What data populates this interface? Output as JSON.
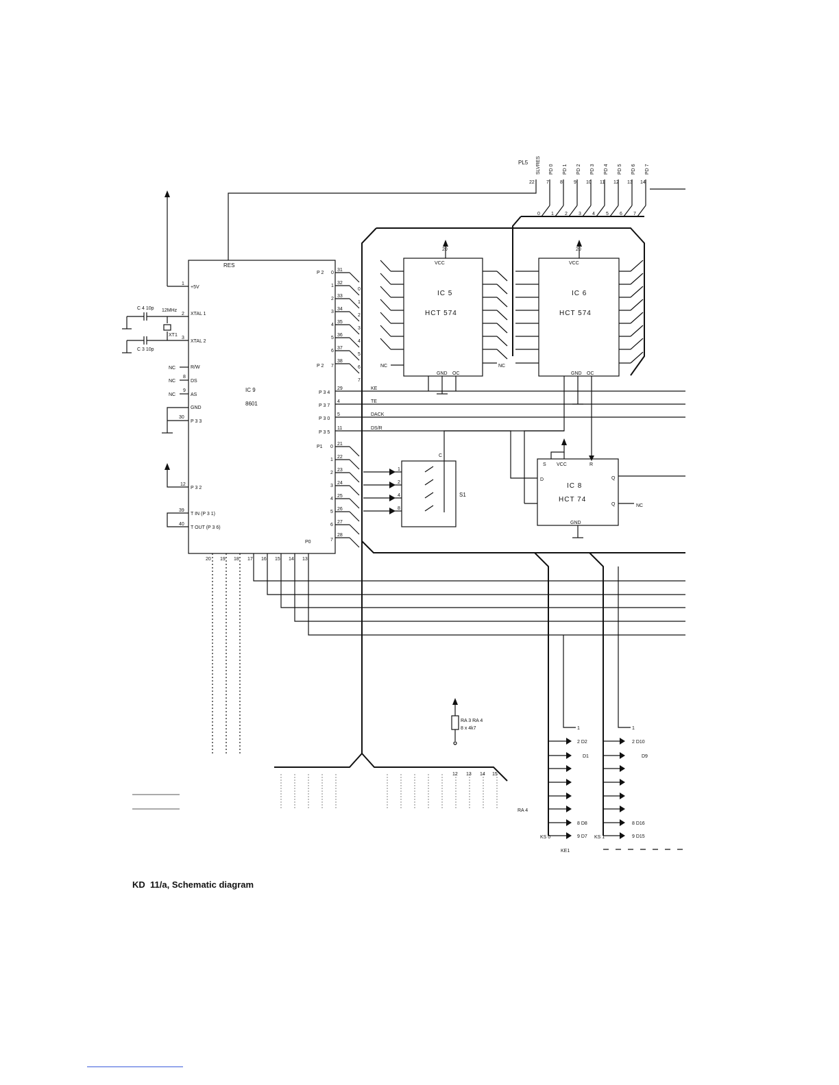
{
  "caption": {
    "prefix": "KD",
    "text": "11/a, Schematic diagram"
  },
  "connector_pl5": {
    "name": "PL5",
    "signals": [
      "SLVRES",
      "PD 0",
      "PD 1",
      "PD 2",
      "PD 3",
      "PD 4",
      "PD 5",
      "PD 6",
      "PD 7"
    ],
    "pins": [
      "22",
      "7",
      "8",
      "9",
      "10",
      "11",
      "12",
      "13",
      "14"
    ]
  },
  "bus_indexes": [
    "0",
    "1",
    "2",
    "3",
    "4",
    "5",
    "6",
    "7"
  ],
  "ic9": {
    "name": "IC 9",
    "part": "8601",
    "reset_label": "RES",
    "left_pins": [
      {
        "num": "1",
        "label": "+5V"
      },
      {
        "num": "2",
        "label": "XTAL 1"
      },
      {
        "num": "3",
        "label": "XTAL 2"
      },
      {
        "num": "",
        "label": "R/W"
      },
      {
        "num": "8",
        "label": "DS"
      },
      {
        "num": "9",
        "label": "AS"
      },
      {
        "num": "",
        "label": "GND"
      },
      {
        "num": "30",
        "label": "P 3 3"
      },
      {
        "num": "12",
        "label": "P 3 2"
      },
      {
        "num": "39",
        "label": "T IN (P 3 1)"
      },
      {
        "num": "40",
        "label": "T OUT (P 3 6)"
      }
    ],
    "nc_label": "NC",
    "right_header_p2": "P 2",
    "right_p2_bits": [
      "0",
      "1",
      "2",
      "3",
      "4",
      "5",
      "6",
      "7"
    ],
    "right_p2_pins": [
      "31",
      "32",
      "33",
      "34",
      "35",
      "36",
      "37",
      "38"
    ],
    "p3_ports": [
      {
        "label": "P 3 4",
        "pin": "29",
        "signal": "KE"
      },
      {
        "label": "P 3 7",
        "pin": "4",
        "signal": "TE"
      },
      {
        "label": "P 3 0",
        "pin": "5",
        "signal": "DACK"
      },
      {
        "label": "P 3 5",
        "pin": "11",
        "signal": "DS/R"
      }
    ],
    "p1_header": "P1",
    "p1_bits": [
      "0",
      "1",
      "2",
      "3",
      "4",
      "5",
      "6",
      "7"
    ],
    "p1_pins": [
      "21",
      "22",
      "23",
      "24",
      "25",
      "26",
      "27",
      "28"
    ],
    "p0_header": "P0",
    "bottom_pins": [
      "20",
      "19",
      "18",
      "17",
      "16",
      "15",
      "14",
      "13"
    ]
  },
  "crystal": {
    "c4": "C 4 10p",
    "c3": "C 3 10p",
    "freq": "12MHz",
    "name": "XT1"
  },
  "ic5": {
    "name": "IC 5",
    "part": "HCT 574",
    "vcc": "VCC",
    "gnd": "GND",
    "oc": "OC",
    "supply": "20",
    "nc": "NC"
  },
  "ic6": {
    "name": "IC 6",
    "part": "HCT 574",
    "vcc": "VCC",
    "gnd": "GND",
    "oc": "OC",
    "supply": "20"
  },
  "ic8": {
    "name": "IC 8",
    "part": "HCT 74",
    "vcc": "VCC",
    "gnd": "GND",
    "s": "S",
    "r": "R",
    "d": "D",
    "q": "Q",
    "qbar": "Q",
    "nc": "NC"
  },
  "switch": {
    "name": "S1",
    "common": "C",
    "positions": [
      "1",
      "2",
      "4",
      "8"
    ]
  },
  "resistor": {
    "name": "RA 3  RA 4",
    "value": "8 x 4k7"
  },
  "connector_ks0": {
    "name": "KS 0",
    "labels": [
      "1",
      "2 D2",
      "D1",
      "8 D8",
      "9 D7"
    ]
  },
  "connector_ks1": {
    "name": "KS 1",
    "labels": [
      "1",
      "2  D10",
      "D9",
      "8 D16",
      "9 D15"
    ]
  },
  "ke1_label": "KE1",
  "bottom_bus_numbers": [
    "12",
    "13",
    "14",
    "15"
  ],
  "ra4_label": "RA 4"
}
